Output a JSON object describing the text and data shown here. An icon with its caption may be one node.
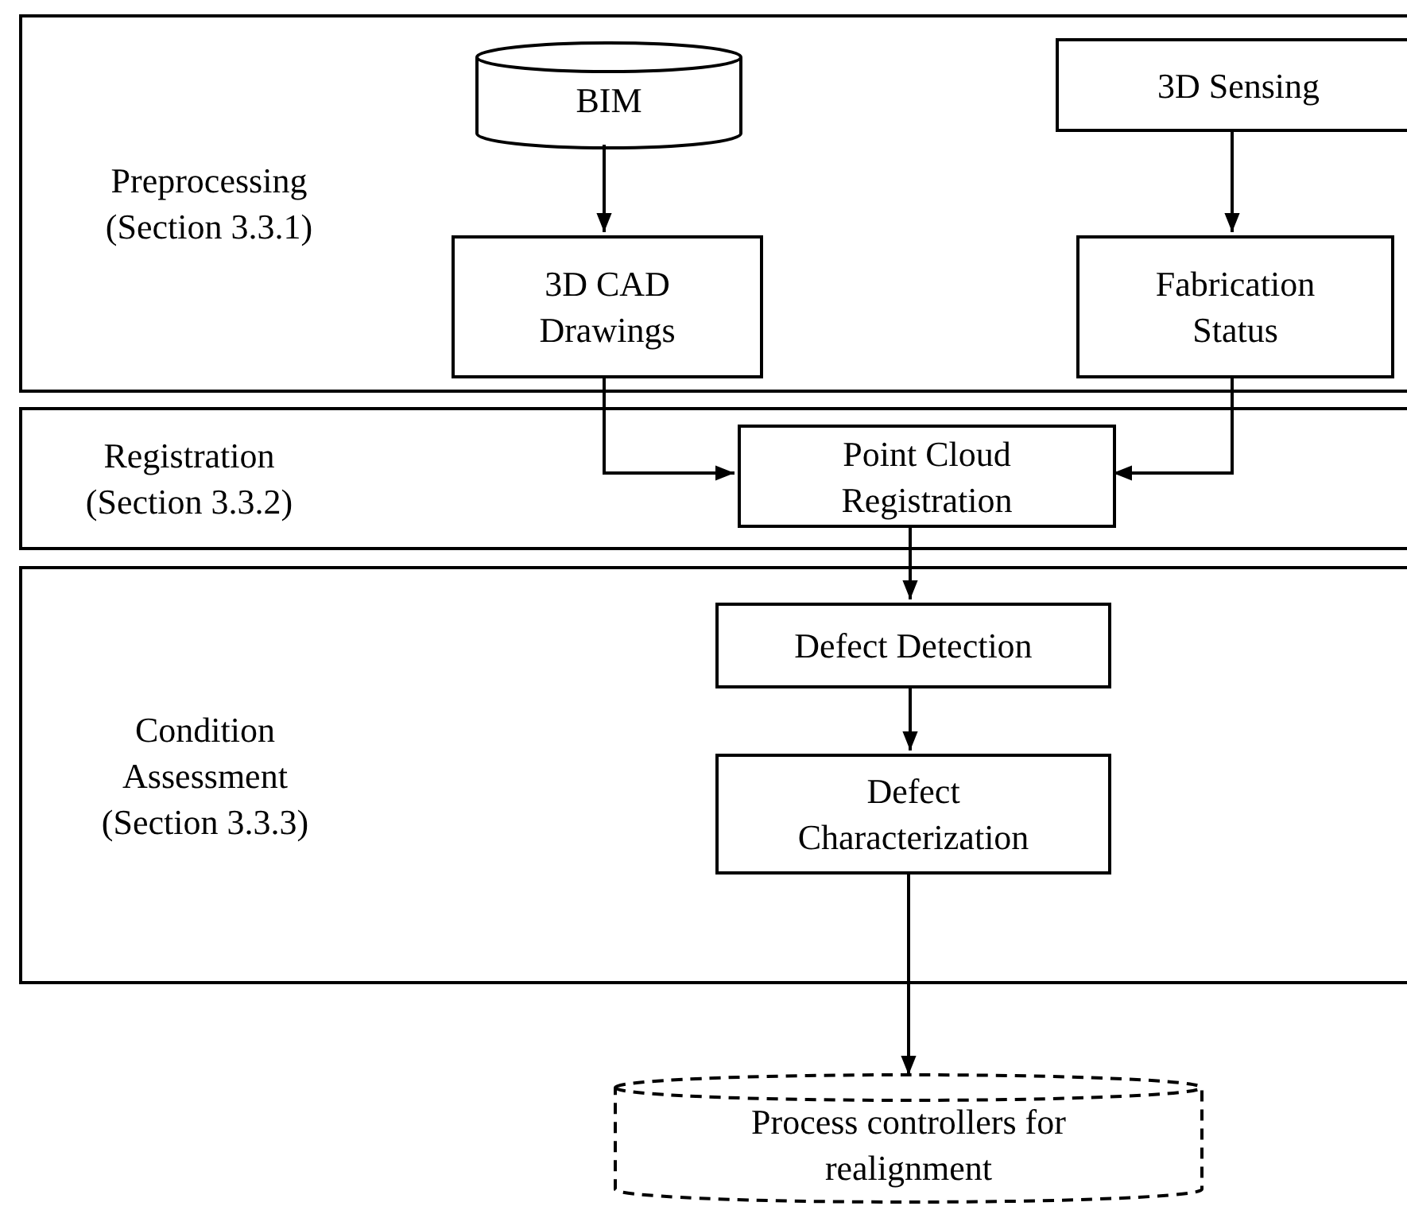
{
  "diagram": {
    "nodes": [
      {
        "text": [
          "Preprocessing (Section 3.3.1)"
        ]
      },
      {
        "text": [
          "BIM"
        ],
        "in": 0
      },
      {
        "text": [
          "3D Sensing"
        ],
        "in": 0
      },
      {
        "text": [
          "3D CAD Drawings"
        ],
        "in": 0
      },
      {
        "text": [
          "Fabrication Status"
        ],
        "in": 0
      },
      {
        "text": [
          "Registration (Section 3.3.2)"
        ]
      },
      {
        "text": [
          "Point Cloud Registration"
        ],
        "in": 5
      },
      {
        "text": [
          "Condition Assessment (Section 3.3.3)"
        ]
      },
      {
        "text": [
          "Defect Detection"
        ],
        "in": 7
      },
      {
        "text": [
          "Defect Characterization"
        ],
        "in": 7
      },
      {
        "text": [
          "Process controllers for realignment"
        ]
      }
    ],
    "edges": [
      {
        "from": 1,
        "to": 3,
        "arrow": "to"
      },
      {
        "from": 2,
        "to": 4,
        "arrow": "to"
      },
      {
        "from": 3,
        "to": 6,
        "arrow": "to"
      },
      {
        "from": 4,
        "to": 6,
        "arrow": "to"
      },
      {
        "from": 6,
        "to": 8,
        "arrow": "to"
      },
      {
        "from": 8,
        "to": 9,
        "arrow": "to"
      },
      {
        "from": 9,
        "to": 10,
        "arrow": "to"
      }
    ]
  }
}
